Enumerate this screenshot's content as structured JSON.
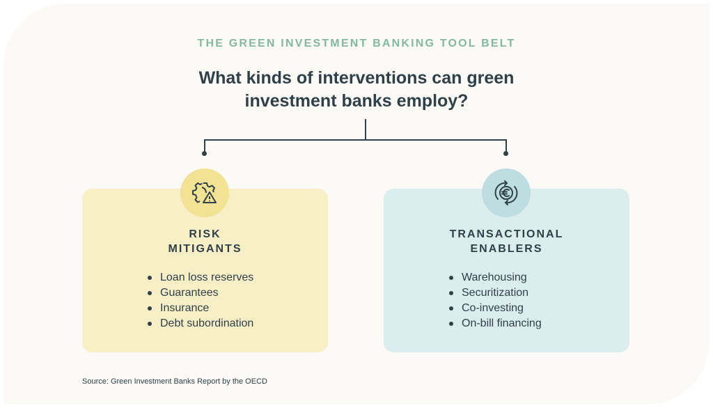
{
  "kicker": "THE GREEN INVESTMENT BANKING TOOL BELT",
  "title_lines": [
    "What kinds of interventions can green",
    "investment banks employ?"
  ],
  "colors": {
    "kicker": "#84b99d",
    "text": "#2f4049",
    "left_box": "#f8efc6",
    "left_circle": "#f2e293",
    "right_box": "#dcedee",
    "right_circle": "#bddde0"
  },
  "left": {
    "icon": "gear-warning-icon",
    "heading_lines": [
      "RISK",
      "MITIGANTS"
    ],
    "items": [
      "Loan loss reserves",
      "Guarantees",
      "Insurance",
      "Debt subordination"
    ]
  },
  "right": {
    "icon": "euro-exchange-icon",
    "heading_lines": [
      "TRANSACTIONAL",
      "ENABLERS"
    ],
    "items": [
      "Warehousing",
      "Securitization",
      "Co-investing",
      "On-bill financing"
    ]
  },
  "source": "Source: Green Investment Banks Report by the OECD"
}
